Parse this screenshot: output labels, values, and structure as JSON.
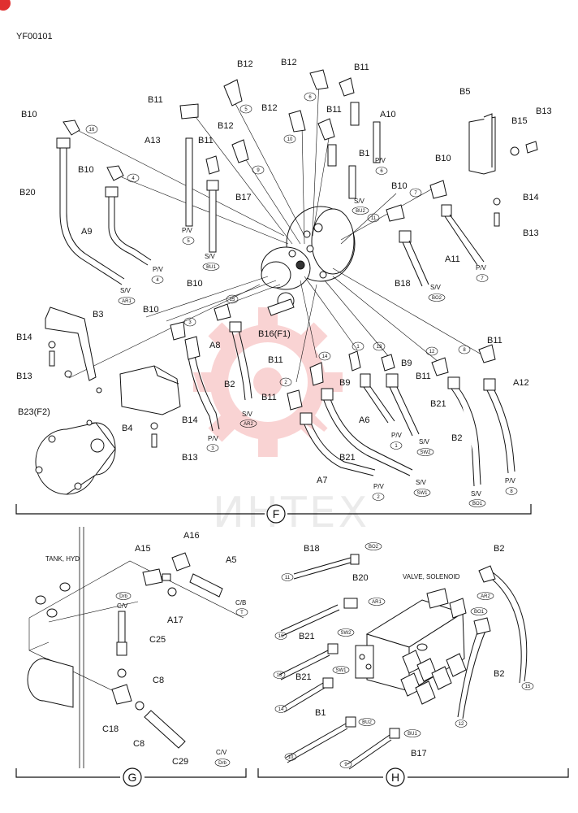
{
  "document_code": "YF00101",
  "sections": [
    "F",
    "G",
    "H"
  ],
  "section_f": {
    "parts": {
      "B10a": "B10",
      "B20": "B20",
      "B10b": "B10",
      "A9": "A9",
      "A13": "A13",
      "B11a": "B11",
      "B12a": "B12",
      "B11b": "B11",
      "B12b": "B12",
      "B17": "B17",
      "B12c": "B12",
      "B12d": "B12",
      "B11c": "B11",
      "B11d": "B11",
      "A10": "A10",
      "B1": "B1",
      "B5": "B5",
      "B15": "B15",
      "B13a": "B13",
      "B10c": "B10",
      "B10d": "B10",
      "B14a": "B14",
      "B13b": "B13",
      "A11": "A11",
      "B18": "B18",
      "B3": "B3",
      "B14b": "B14",
      "B13c": "B13",
      "B10e": "B10",
      "B10f": "B10",
      "B16": "B16(F1)",
      "A8": "A8",
      "B2a": "B2",
      "B11e": "B11",
      "B9a": "B9",
      "B9b": "B9",
      "B11f": "B11",
      "B11g": "B11",
      "A12": "A12",
      "B11h": "B11",
      "A6": "A6",
      "B21a": "B21",
      "B21b": "B21",
      "B2b": "B2",
      "B23": "B23(F2)",
      "B4": "B4",
      "B14c": "B14",
      "B13d": "B13",
      "A7": "A7"
    },
    "callouts": [
      "16",
      "5",
      "4",
      "6",
      "9",
      "10",
      "11",
      "7",
      "15",
      "3",
      "1",
      "14",
      "13",
      "12",
      "8",
      "2"
    ],
    "ends": {
      "pv4": "P/V",
      "pv4n": "4",
      "sv_ar1": "S/V",
      "sv_ar1c": "AR1",
      "pv5": "P/V",
      "pv5n": "5",
      "sv_bu1": "S/V",
      "sv_bu1c": "BU1",
      "pv6": "P/V",
      "pv6n": "6",
      "sv_bu2": "S/V",
      "sv_bu2c": "BU2",
      "pv7": "P/V",
      "pv7n": "7",
      "sv_bo2": "S/V",
      "sv_bo2c": "BO2",
      "sv_ar2": "S/V",
      "sv_ar2c": "AR2",
      "pv3": "P/V",
      "pv3n": "3",
      "pv1": "P/V",
      "pv1n": "1",
      "sv_sw2": "S/V",
      "sv_sw2c": "SW2",
      "pv2": "P/V",
      "pv2n": "2",
      "sv_sw1": "S/V",
      "sv_sw1c": "SW1",
      "sv_bo1": "S/V",
      "sv_bo1c": "BO1",
      "pv8": "P/V",
      "pv8n": "8"
    }
  },
  "section_g": {
    "title": "TANK, HYD",
    "parts": {
      "A15": "A15",
      "A16": "A16",
      "A5": "A5",
      "A17": "A17",
      "C25": "C25",
      "C8a": "C8",
      "C18": "C18",
      "C8b": "C8",
      "C29": "C29"
    },
    "ends": {
      "drb1": "Drb",
      "cv1": "C/V",
      "cb": "C/B",
      "t": "T",
      "cv2": "C/V",
      "drb2": "Drb"
    }
  },
  "section_h": {
    "title": "VALVE, SOLENOID",
    "parts": {
      "B18": "B18",
      "B20": "B20",
      "B21a": "B21",
      "B21b": "B21",
      "B1": "B1",
      "B17": "B17",
      "B2a": "B2",
      "B2b": "B2"
    },
    "codes": {
      "bo2": "BO2",
      "ar1": "AR1",
      "sw2": "SW2",
      "sw1": "SW1",
      "bu2": "BU2",
      "bu1": "BU1",
      "ar2": "AR2",
      "bo1": "BO1"
    },
    "callouts": {
      "c11": "11",
      "c16": "16",
      "c13": "13",
      "c14": "14",
      "c10": "10",
      "c9": "9",
      "c15": "15",
      "c12": "12"
    }
  },
  "watermark": "ИНТЕХ"
}
